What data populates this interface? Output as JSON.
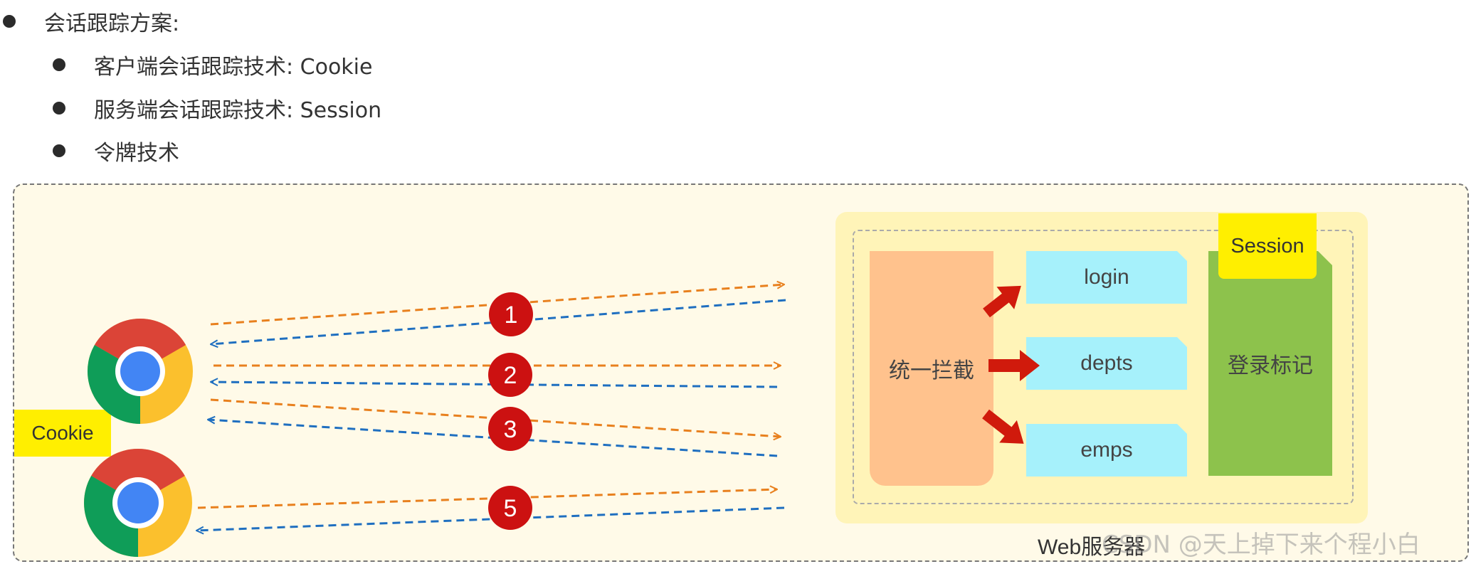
{
  "bullets": {
    "main": "会话跟踪方案:",
    "client": "客户端会话跟踪技术: Cookie",
    "server": "服务端会话跟踪技术: Session",
    "token": "令牌技术"
  },
  "diagram": {
    "cookie_label": "Cookie",
    "session_label": "Session",
    "interceptor_label": "统一拦截",
    "resources": [
      "login",
      "depts",
      "emps"
    ],
    "login_flag_label": "登录标记",
    "server_label": "Web服务器",
    "steps": [
      "1",
      "2",
      "3",
      "5"
    ],
    "watermark": "CSDN @天上掉下来个程小白"
  },
  "colors": {
    "request_arrow": "#e8801e",
    "response_arrow": "#1f6fc0",
    "step_circle": "#cc1111",
    "red_arrow": "#d01a0c",
    "label_yellow": "#ffef00"
  },
  "icons": [
    "chrome-browser-icon",
    "chrome-browser-icon"
  ]
}
